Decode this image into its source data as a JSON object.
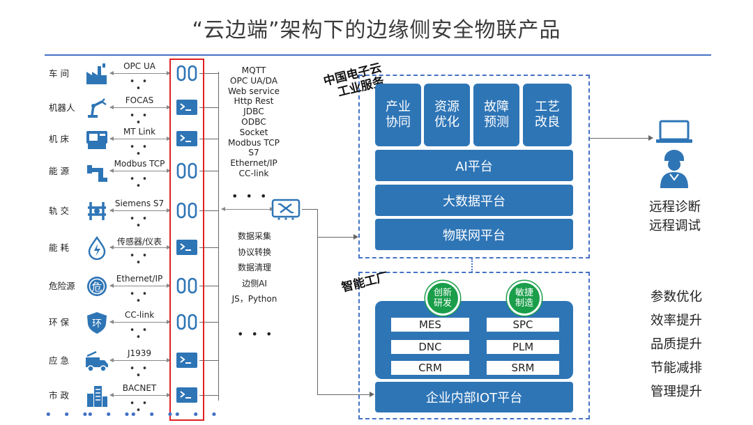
{
  "title": "“云边端”架构下的边缘侧安全物联产品",
  "devices": [
    {
      "label": "车 间",
      "protocol": "OPC UA",
      "icon": "factory-icon",
      "gateway": "link"
    },
    {
      "label": "机器人",
      "protocol": "FOCAS",
      "icon": "robot-arm-icon",
      "gateway": "terminal"
    },
    {
      "label": "机 床",
      "protocol": "MT Link",
      "icon": "machine-tool-icon",
      "gateway": "terminal"
    },
    {
      "label": "能 源",
      "protocol": "Modbus TCP",
      "icon": "pipeline-icon",
      "gateway": "link"
    },
    {
      "label": "轨 交",
      "protocol": "Siemens S7",
      "icon": "rail-transit-icon",
      "gateway": "link"
    },
    {
      "label": "能 耗",
      "protocol": "传感器/仪表",
      "icon": "energy-drop-icon",
      "gateway": "terminal"
    },
    {
      "label": "危险源",
      "protocol": "Ethernet/IP",
      "icon": "hazard-icon",
      "gateway": "link"
    },
    {
      "label": "环 保",
      "protocol": "CC-link",
      "icon": "eco-shield-icon",
      "gateway": "link"
    },
    {
      "label": "应 急",
      "protocol": "J1939",
      "icon": "truck-icon",
      "gateway": "terminal"
    },
    {
      "label": "市 政",
      "protocol": "BACNET",
      "icon": "city-building-icon",
      "gateway": "terminal"
    }
  ],
  "dots": "• • •",
  "protocols_list": [
    "MQTT",
    "OPC UA/DA",
    "Web service",
    "Http Rest",
    "JDBC",
    "ODBC",
    "Socket",
    "Modbus TCP",
    "S7",
    "Ethernet/IP",
    "CC-link"
  ],
  "protocols_more": "• • •",
  "functions_list": [
    "数据采集",
    "协议转换",
    "数据清理",
    "边侧AI",
    "JS，Python"
  ],
  "functions_more": "• • •",
  "cloud": {
    "label_line1": "中国电子云",
    "label_line2": "工业服务",
    "tiles": [
      {
        "line1": "产业",
        "line2": "协同"
      },
      {
        "line1": "资源",
        "line2": "优化"
      },
      {
        "line1": "故障",
        "line2": "预测"
      },
      {
        "line1": "工艺",
        "line2": "改良"
      }
    ],
    "ai": "AI平台",
    "bigdata": "大数据平台",
    "iot": "物联网平台"
  },
  "factory": {
    "label": "智能工厂",
    "badges": [
      {
        "line1": "创新",
        "line2": "研发"
      },
      {
        "line1": "敏捷",
        "line2": "制造"
      }
    ],
    "systems": [
      [
        "MES",
        "SPC"
      ],
      [
        "DNC",
        "PLM"
      ],
      [
        "CRM",
        "SRM"
      ]
    ],
    "platform": "企业内部IOT平台"
  },
  "remote": {
    "line1": "远程诊断",
    "line2": "远程调试"
  },
  "benefits": [
    "参数优化",
    "效率提升",
    "品质提升",
    "节能减排",
    "管理提升"
  ],
  "bottom_dots": "• • •",
  "colors": {
    "accent": "#2e75b6",
    "rule": "#4472c4",
    "highlight": "#e02020",
    "badge": "#1a9e4a"
  }
}
